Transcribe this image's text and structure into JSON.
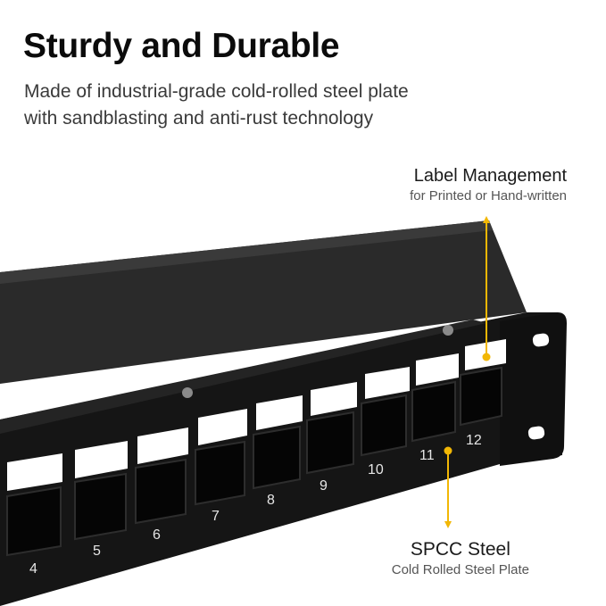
{
  "heading": {
    "title": "Sturdy and Durable",
    "line1": "Made of industrial-grade cold-rolled steel plate",
    "line2": "with sandblasting and anti-rust technology"
  },
  "callouts": {
    "label_management": {
      "title": "Label Management",
      "subtitle": "for Printed or Hand-written"
    },
    "spcc_steel": {
      "title": "SPCC Steel",
      "subtitle": "Cold Rolled Steel Plate"
    }
  },
  "panel": {
    "port_numbers": [
      "4",
      "5",
      "6",
      "7",
      "8",
      "9",
      "10",
      "11",
      "12"
    ]
  },
  "colors": {
    "accent": "#f2b705",
    "panel": "#1b1b1b",
    "label": "#ffffff"
  }
}
